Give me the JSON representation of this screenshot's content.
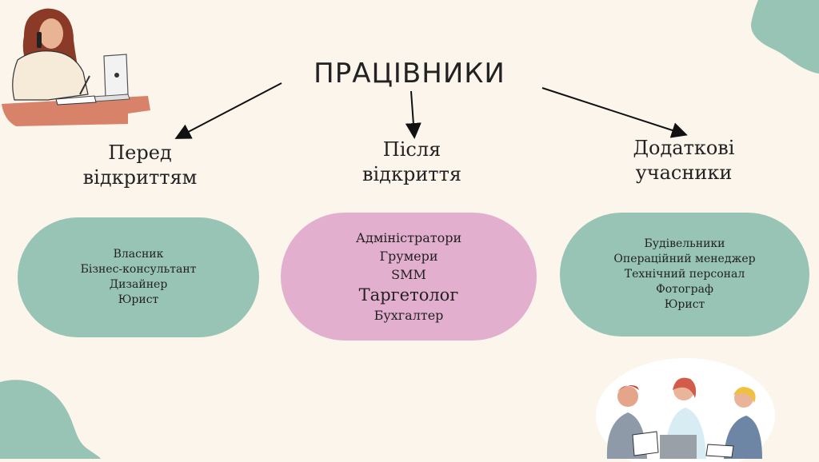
{
  "title": "ПРАЦІВНИКИ",
  "columns": [
    {
      "heading": [
        "Перед",
        "відкриттям"
      ],
      "items": [
        "Власник",
        "Бізнес-консультант",
        "Дизайнер",
        "Юрист"
      ],
      "color": "#97c4b5"
    },
    {
      "heading": [
        "Після",
        "відкриття"
      ],
      "items": [
        "Адміністратори",
        "Грумери",
        "SMM",
        "Таргетолог",
        "Бухгалтер"
      ],
      "color": "#e3afcf"
    },
    {
      "heading": [
        "Додаткові",
        "учасники"
      ],
      "items": [
        "Будівельники",
        "Операційний менеджер",
        "Технічний персонал",
        "Фотограф",
        "Юрист"
      ],
      "color": "#97c4b5"
    }
  ],
  "colors": {
    "background": "#fcf5ec",
    "accent_green": "#97c4b5",
    "accent_pink": "#e3afcf",
    "arrow": "#111111"
  },
  "illustrations": [
    "woman-on-phone-laptop-illustration",
    "team-meeting-illustration"
  ]
}
